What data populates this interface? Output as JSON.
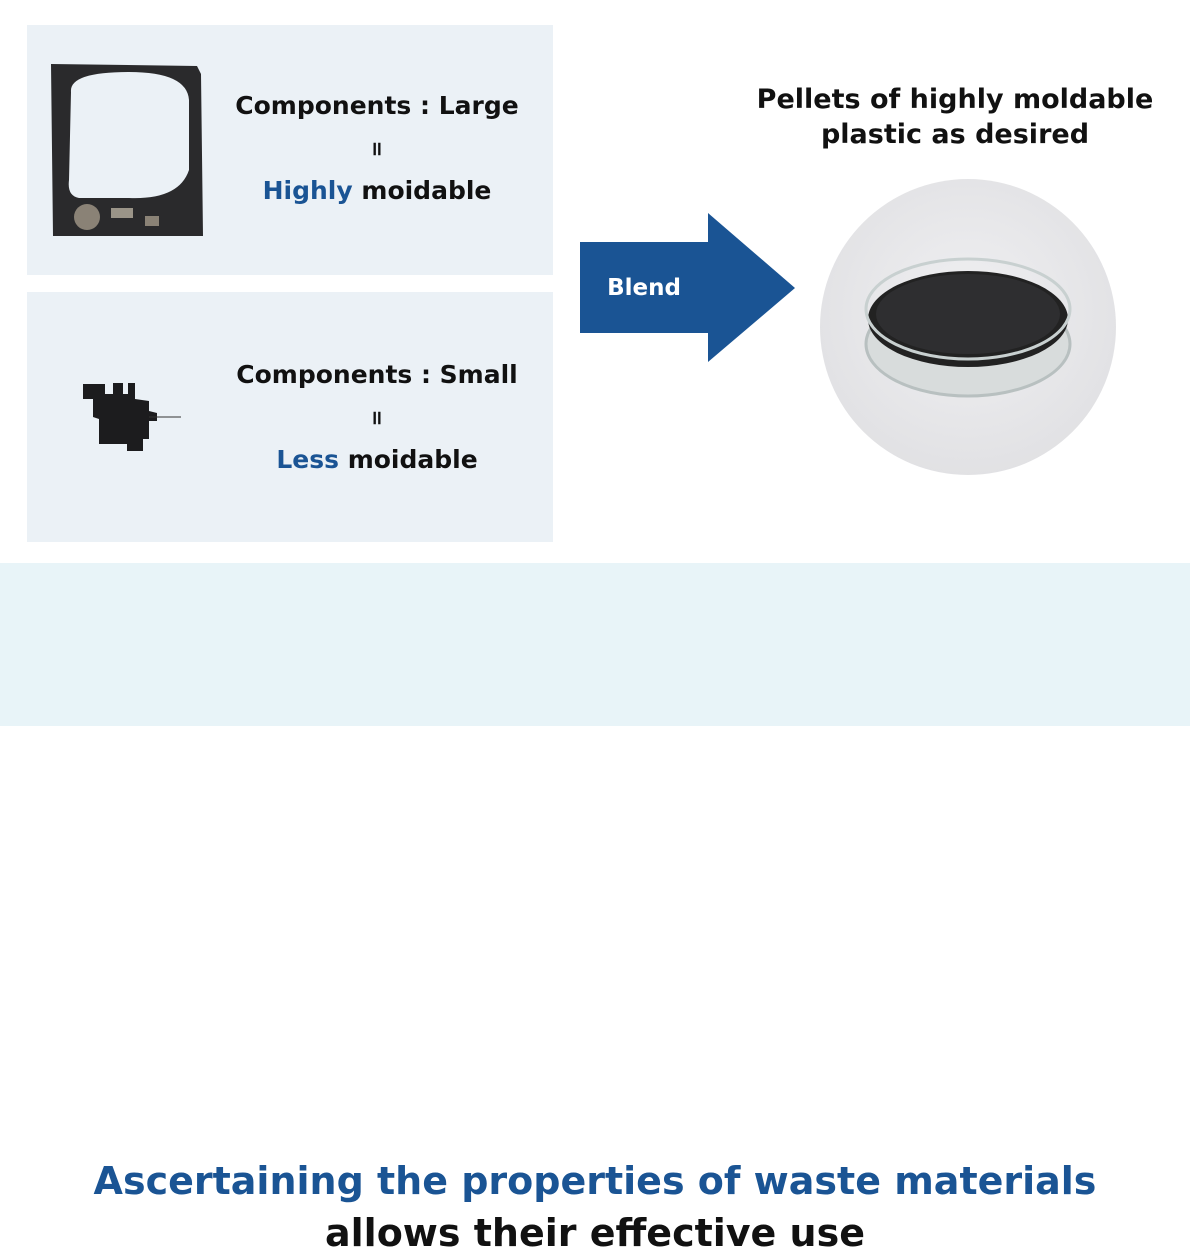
{
  "top_panel": {
    "title": "Components : Large",
    "equals": "=",
    "highlight": "Highly",
    "rest": " moidable"
  },
  "bottom_panel": {
    "title": "Components : Small",
    "equals": "=",
    "highlight": "Less",
    "rest": " moidable"
  },
  "arrow": {
    "label": "Blend"
  },
  "result": {
    "line1": "Pellets of highly moldable",
    "line2": "plastic as desired"
  },
  "conclusion": {
    "line1": "Ascertaining the properties of waste materials",
    "line2": "allows their effective use"
  },
  "colors": {
    "accent": "#1a5494",
    "panel": "#ebf1f6",
    "band": "#e8f4f8"
  }
}
